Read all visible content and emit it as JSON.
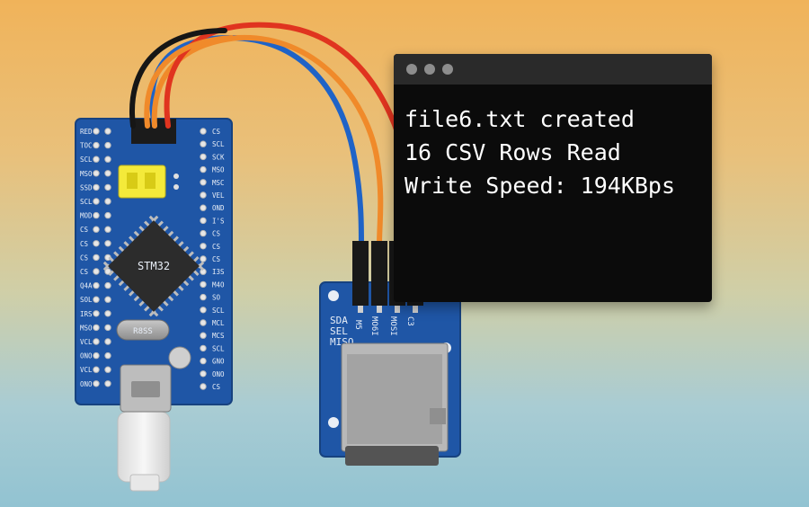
{
  "terminal": {
    "lines": [
      "file6.txt created",
      "16 CSV Rows Read",
      "Write Speed: 194KBps"
    ]
  },
  "mcu_board": {
    "chip_label": "STM32",
    "crystal_label": "R8SS",
    "left_pins": [
      "RED",
      "TOC",
      "SCL",
      "MSO",
      "SSD",
      "SCL",
      "MOD",
      "CS",
      "CS",
      "CS",
      "CS",
      "Q4A",
      "SOL",
      "IRS",
      "MSO",
      "VCL",
      "ONO",
      "VCL",
      "ONO"
    ],
    "right_pins": [
      "CS",
      "SCL",
      "SCK",
      "MSO",
      "MSC",
      "VEL",
      "OND",
      "I'S",
      "CS",
      "CS",
      "CS",
      "I3S",
      "M4O",
      "SO",
      "SCL",
      "MCL",
      "MCS",
      "SCL",
      "GNO",
      "ONO",
      "CS"
    ]
  },
  "sd_module": {
    "pin_labels": [
      "SDA",
      "SEL",
      "MISO"
    ],
    "header_labels": [
      "M5",
      "MO6I",
      "MOSI",
      "C3"
    ]
  },
  "colors": {
    "pcb": "#1f56a6",
    "wire_black": "#161616",
    "wire_orange": "#f08a2a",
    "wire_red": "#e0341f",
    "wire_blue": "#1f63c7",
    "terminal_bg": "#0b0b0b"
  }
}
